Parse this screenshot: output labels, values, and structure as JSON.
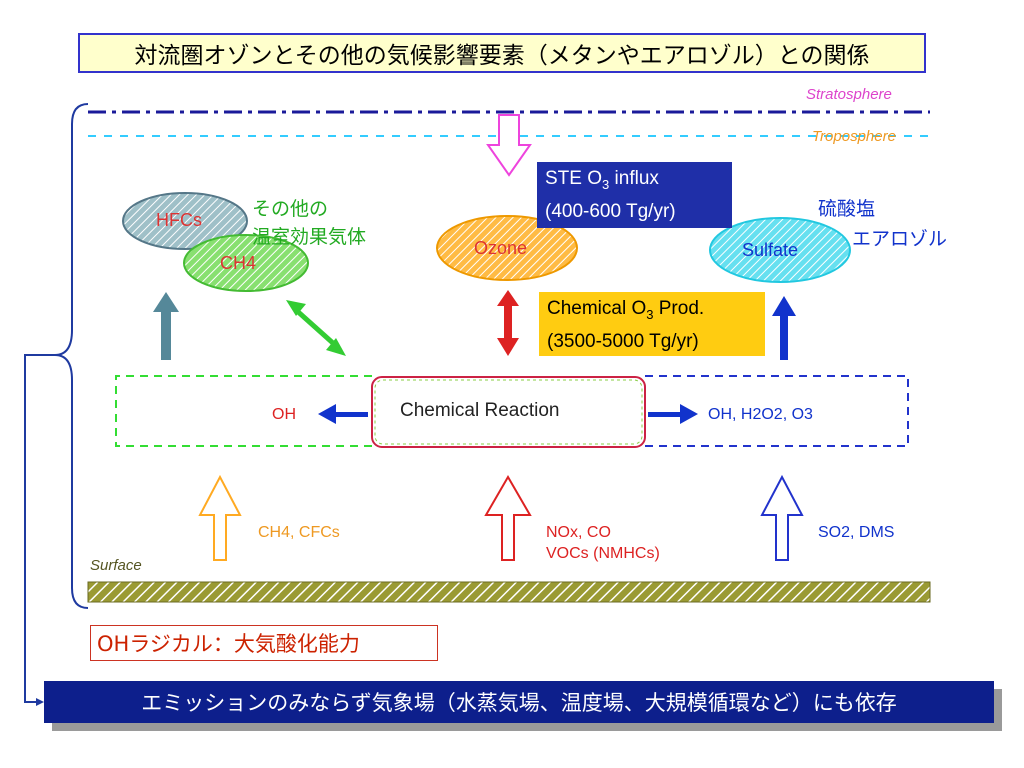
{
  "title": "対流圏オゾンとその他の気候影響要素（メタンやエアロゾル）との関係",
  "layers": {
    "stratosphere": "Stratosphere",
    "troposphere": "Troposphere",
    "surface": "Surface"
  },
  "species": {
    "hfcs": "HFCs",
    "ch4": "CH4",
    "ozone": "Ozone",
    "sulfate": "Sulfate"
  },
  "labels": {
    "other_ghg_line1": "その他の",
    "other_ghg_line2": "温室効果気体",
    "sulfate_jp_line1": "硫酸塩",
    "sulfate_jp_line2": "エアロゾル"
  },
  "ste_box": {
    "line1_prefix": "STE O",
    "line1_sub": "3",
    "line1_suffix": " influx",
    "line2": "(400-600 Tg/yr)"
  },
  "chem_prod_box": {
    "line1_prefix": "Chemical O",
    "line1_sub": "3",
    "line1_suffix": " Prod.",
    "line2": "(3500-5000 Tg/yr)"
  },
  "reaction": {
    "label": "Chemical Reaction",
    "left_product": "OH",
    "right_products": "OH, H2O2, O3"
  },
  "emissions": {
    "left": "CH4, CFCs",
    "center_line1": "NOx, CO",
    "center_line2": "VOCs (NMHCs)",
    "right": "SO2, DMS"
  },
  "oh_box": "OHラジカル：大気酸化能力",
  "bottom_box": "エミッションのみならず気象場（水蒸気場、温度場、大規模循環など）にも依存",
  "colors": {
    "title_bg": "#ffffcc",
    "title_border": "#3333cc",
    "ste_bg": "#1f2fa8",
    "chem_bg": "#ffcc11",
    "bottom_bg": "#0d1f8c",
    "green": "#22aa22",
    "red": "#dd2222",
    "blue": "#1133cc",
    "orange": "#ffaa22",
    "teal": "#558899",
    "magenta": "#ee44dd"
  }
}
